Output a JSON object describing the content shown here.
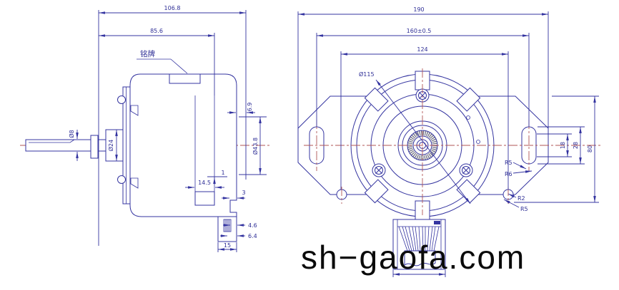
{
  "drawing": {
    "watermark": "sh−gaofa.com",
    "colors": {
      "line": "#3434a0",
      "centerline": "#b05656",
      "watermark": "#0a0a0a"
    },
    "side_view": {
      "nameplate_label": "铭牌",
      "dims": {
        "total_length": "106.8",
        "body_depth": "85.6",
        "shaft_dia": "Ø8",
        "hub_dia": "Ø24",
        "end_gap": "6.9",
        "boss_dia": "Ø43.8",
        "step_offset": "1",
        "slot_inset": "14.5",
        "rim_step": "3",
        "stud_width": "4.6",
        "stud_base": "6.4",
        "foot_width": "15"
      }
    },
    "front_view": {
      "dims": {
        "overall_width": "190",
        "mounting_span": "160±0.5",
        "hole_span": "124",
        "pilot_dia": "Ø115",
        "slot_length": "18",
        "slot_overall": "28",
        "flange_height": "80"
      },
      "radii": {
        "slot_inner": "R5",
        "slot_outer": "R6",
        "corner_small": "R2",
        "corner_large": "R5"
      }
    }
  }
}
